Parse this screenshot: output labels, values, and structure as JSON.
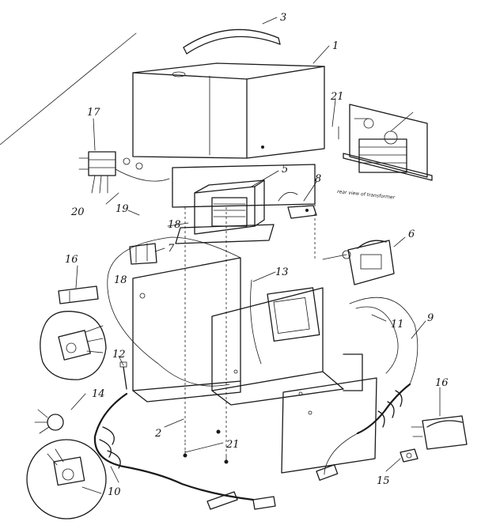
{
  "diagram": {
    "callouts": [
      "1",
      "2",
      "3",
      "5",
      "6",
      "7",
      "8",
      "9",
      "10",
      "11",
      "12",
      "13",
      "14",
      "15",
      "16",
      "17",
      "18",
      "19",
      "20",
      "21"
    ],
    "inset_caption": "rear view of transformer"
  }
}
